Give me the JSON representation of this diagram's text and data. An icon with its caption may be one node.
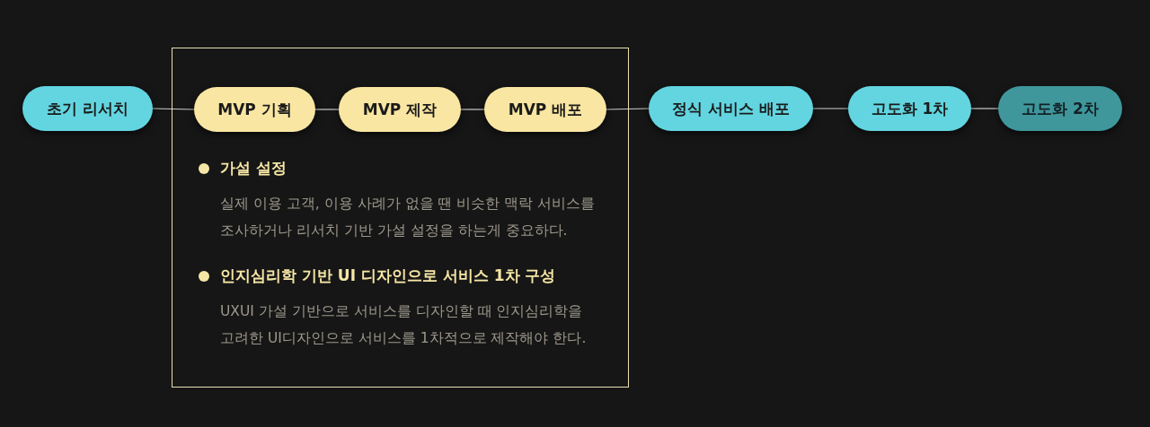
{
  "diagram": {
    "nodes": [
      {
        "text": [
          "초기 리서치"
        ]
      },
      {
        "text": [
          "가설 설정",
          "실제 이용 고객, 이용 사례가 없을 땐 비슷한 맥락 서비스를 조사하거나 리서치 기반 가설 설정을 하는게 중요하다.",
          "인지심리학 기반 UI 디자인으로 서비스 1차 구성",
          "UXUI 가설 기반으로 서비스를 디자인할 때 인지심리학을 고려한 UI디자인으로 서비스를 1차적으로 제작해야 한다."
        ]
      },
      {
        "text": [
          "MVP 기획"
        ],
        "in": 1
      },
      {
        "text": [
          "MVP 제작"
        ],
        "in": 1
      },
      {
        "text": [
          "MVP 배포"
        ],
        "in": 1
      },
      {
        "text": [
          "정식 서비스 배포"
        ]
      },
      {
        "text": [
          "고도화 1차"
        ]
      },
      {
        "text": [
          "고도화 2차"
        ]
      }
    ],
    "edges": [
      {
        "from": 0,
        "to": 2,
        "arrow": "none"
      },
      {
        "from": 2,
        "to": 3,
        "arrow": "none"
      },
      {
        "from": 3,
        "to": 4,
        "arrow": "none"
      },
      {
        "from": 4,
        "to": 5,
        "arrow": "none"
      },
      {
        "from": 5,
        "to": 6,
        "arrow": "none"
      },
      {
        "from": 6,
        "to": 7,
        "arrow": "none"
      }
    ]
  }
}
